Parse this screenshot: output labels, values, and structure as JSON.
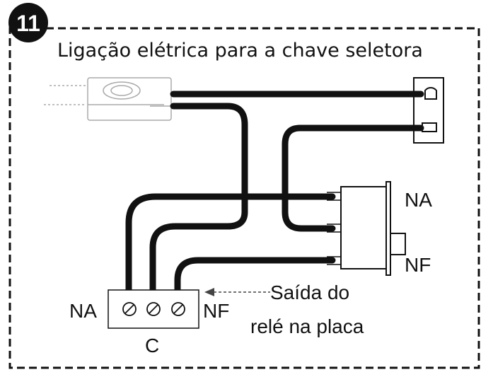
{
  "figure": {
    "number": "11",
    "title": "Ligação elétrica para a chave seletora"
  },
  "switch_labels": {
    "na": "NA",
    "nf": "NF"
  },
  "terminal_block": {
    "left_label": "NA",
    "right_label": "NF",
    "bottom_label": "C"
  },
  "annotation": {
    "line1": "Saída do",
    "line2": "relé na placa"
  },
  "icons": [
    "lamp-icon",
    "power-outlet-icon",
    "selector-switch-icon",
    "screw-terminal-icon",
    "arrow-left-icon"
  ],
  "colors": {
    "ink": "#111111",
    "background": "#ffffff"
  }
}
